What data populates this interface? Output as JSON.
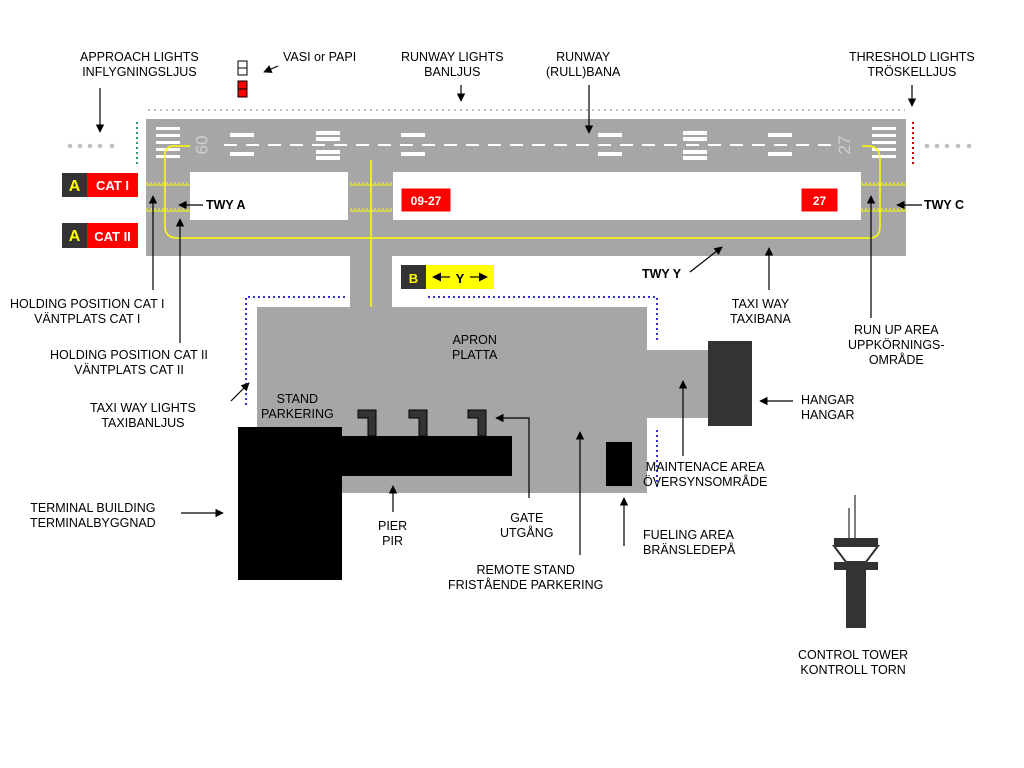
{
  "colors": {
    "pavement": "#a6a6a6",
    "apron": "#a6a6a6",
    "grass": "#ffffff",
    "marking_white": "#ffffff",
    "taxi_line": "#ffff00",
    "sign_red": "#ff0000",
    "sign_yellow": "#ffff00",
    "sign_black": "#333333",
    "building": "#000000",
    "hangar": "#333333",
    "edge_blue": "#3333cc",
    "edge_green": "#339966",
    "edge_red": "#cc0000",
    "edge_grey": "#c0c0c0"
  },
  "runway": {
    "designator_west": "09",
    "designator_east": "27"
  },
  "signs": {
    "cat1_location": "A",
    "cat1_text": "CAT I",
    "cat2_location": "A",
    "cat2_text": "CAT II",
    "runway_0927": "09-27",
    "runway_27": "27",
    "twy_b_location": "B",
    "twy_y_direction": "Y"
  },
  "labels": {
    "approach_lights": [
      "APPROACH LIGHTS",
      "INFLYGNINGSLJUS"
    ],
    "vasi": "VASI or PAPI",
    "runway_lights": [
      "RUNWAY LIGHTS",
      "BANLJUS"
    ],
    "runway": [
      "RUNWAY",
      "(RULL)BANA"
    ],
    "threshold_lights": [
      "THRESHOLD LIGHTS",
      "TRÖSKELLJUS"
    ],
    "twy_a": "TWY A",
    "twy_c": "TWY C",
    "twy_y": "TWY Y",
    "holding_cat1": [
      "HOLDING POSITION CAT I",
      "VÄNTPLATS CAT I"
    ],
    "holding_cat2": [
      "HOLDING POSITION CAT II",
      "VÄNTPLATS CAT II"
    ],
    "taxiway_lights": [
      "TAXI WAY LIGHTS",
      "TAXIBANLJUS"
    ],
    "taxiway": [
      "TAXI WAY",
      "TAXIBANA"
    ],
    "runup_area": [
      "RUN UP AREA",
      "UPPKÖRNINGS-",
      "OMRÅDE"
    ],
    "apron": [
      "APRON",
      "PLATTA"
    ],
    "stand": [
      "STAND",
      "PARKERING"
    ],
    "hangar": [
      "HANGAR",
      "HANGAR"
    ],
    "maintenance": [
      "MAINTENACE AREA",
      "ÖVERSYNSOMRÅDE"
    ],
    "terminal": [
      "TERMINAL BUILDING",
      "TERMINALBYGGNAD"
    ],
    "pier": [
      "PIER",
      "PIR"
    ],
    "gate": [
      "GATE",
      "UTGÅNG"
    ],
    "remote_stand": [
      "REMOTE STAND",
      "FRISTÅENDE PARKERING"
    ],
    "fueling": [
      "FUELING AREA",
      "BRÄNSLEDEPÅ"
    ],
    "control_tower": [
      "CONTROL TOWER",
      "KONTROLL TORN"
    ]
  }
}
